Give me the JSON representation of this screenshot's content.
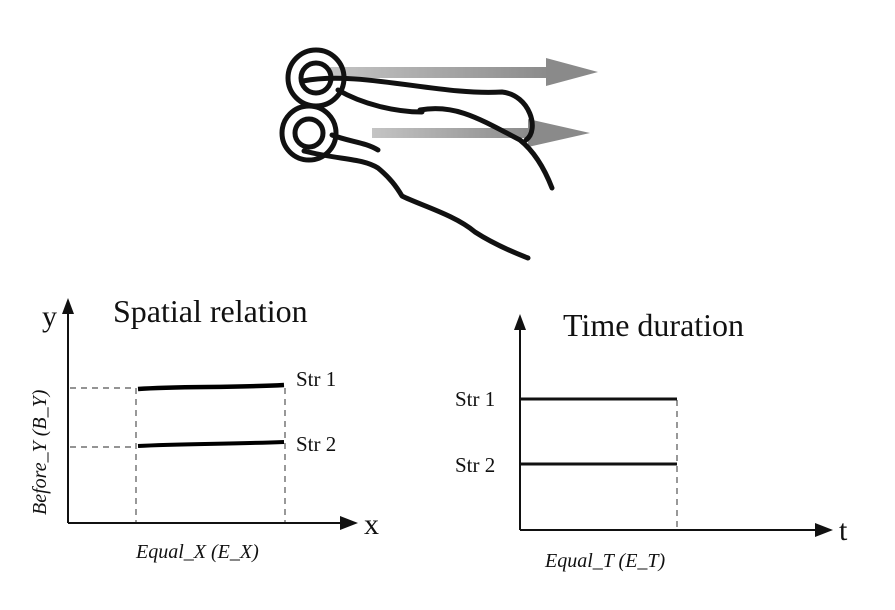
{
  "gesture": {
    "icon": "two-finger-swipe-right-icon"
  },
  "spatial": {
    "title": "Spatial relation",
    "y_axis_letter": "y",
    "x_axis_letter": "x",
    "y_relation_label": "Before_Y (B_Y)",
    "x_relation_label": "Equal_X (E_X)",
    "stroke_labels": [
      "Str 1",
      "Str 2"
    ]
  },
  "temporal": {
    "title": "Time duration",
    "t_axis_letter": "t",
    "t_relation_label": "Equal_T (E_T)",
    "stroke_labels": [
      "Str 1",
      "Str 2"
    ]
  }
}
